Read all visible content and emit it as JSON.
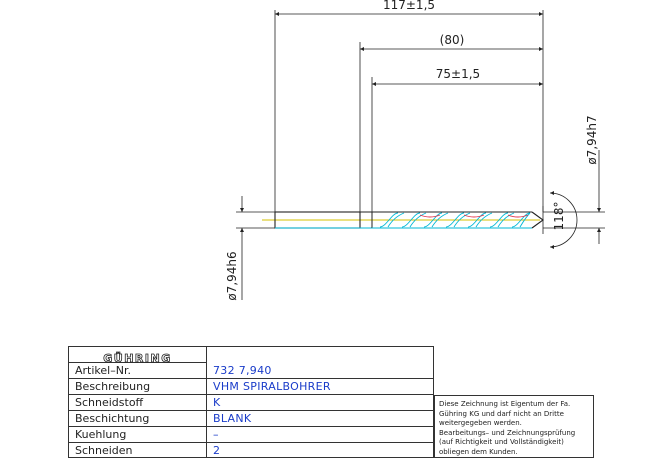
{
  "dimensions": {
    "overall_length": "117±1,5",
    "reference_length": "(80)",
    "flute_length": "75±1,5",
    "tip_diameter": "ø7,94h7",
    "shank_diameter": "ø7,94h6",
    "point_angle": "118°"
  },
  "title_block": {
    "logo": "GÜHRING",
    "rows": [
      {
        "label": "Artikel–Nr.",
        "value": "732  7,940"
      },
      {
        "label": "Beschreibung",
        "value": "VHM  SPIRALBOHRER"
      },
      {
        "label": "Schneidstoff",
        "value": "K"
      },
      {
        "label": "Beschichtung",
        "value": "BLANK"
      },
      {
        "label": "Kuehlung",
        "value": "–"
      },
      {
        "label": "Schneiden",
        "value": "2"
      }
    ],
    "notice_lines": [
      "Diese Zeichnung ist Eigentum der Fa.",
      "Gühring KG und darf nicht an Dritte",
      "weitergegeben werden.",
      "Bearbeitungs– und Zeichnungsprüfung",
      "(auf Richtigkeit und Vollständigkeit)",
      "obliegen dem Kunden."
    ]
  },
  "colors": {
    "outline": "#222222",
    "dimension_text": "#222222",
    "title_values": "#1a3cc9",
    "flute_cyan": "#00b7d6",
    "centerline": "#d6c200",
    "flute_red": "#e2334a"
  }
}
